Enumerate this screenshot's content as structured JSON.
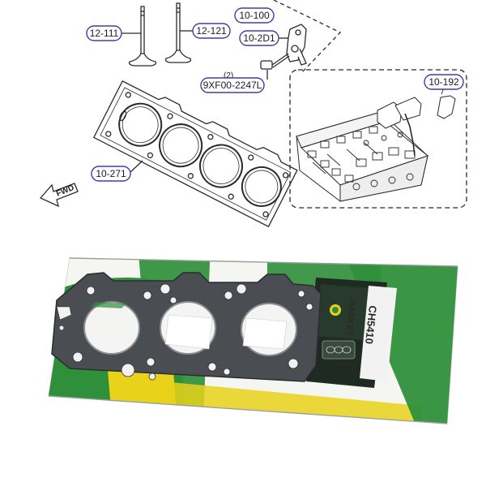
{
  "diagram": {
    "callouts": {
      "intake_valve": "12-111",
      "exhaust_valve": "12-121",
      "cylinder_head": "10-100",
      "bracket": "10-2D1",
      "bolt_qty": "(2)",
      "bolt": "9XF00-2247L",
      "sensor": "10-192",
      "head_gasket": "10-271"
    },
    "direction_label": "FWD"
  },
  "package": {
    "brand_label": "GASKET",
    "part_number": "CH5410"
  },
  "colors": {
    "callout_border": "#3b3fa8",
    "line": "#2a2a2a",
    "gasket_metal": "#4a4d52",
    "package_green": "#2f8f3a",
    "package_yellow": "#e8d21a",
    "package_dark": "#1e2a22"
  }
}
